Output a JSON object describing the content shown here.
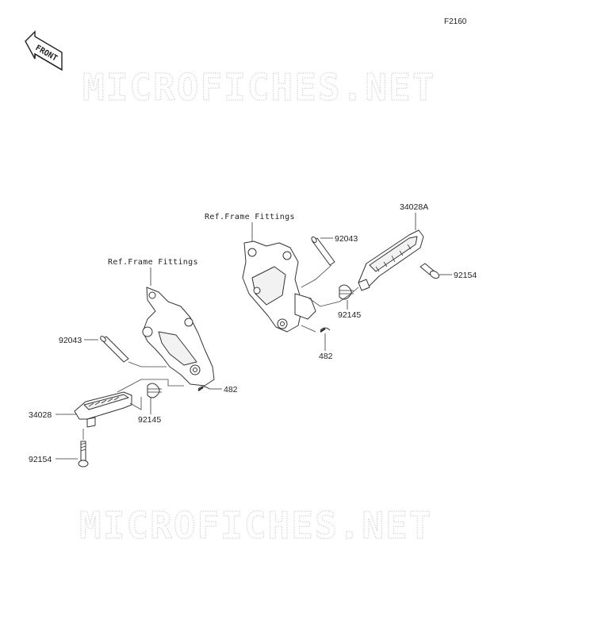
{
  "figure_code": "F2160",
  "watermark": "MICROFICHES.NET",
  "front_label": "FRONT",
  "references": {
    "left": "Ref.Frame Fittings",
    "right": "Ref.Frame Fittings"
  },
  "parts": {
    "left_pin": "92043",
    "left_clip": "482",
    "left_spring": "92145",
    "left_footpeg": "34028",
    "left_bolt": "92154",
    "right_pin": "92043",
    "right_footpeg": "34028A",
    "right_bolt": "92154",
    "right_spring": "92145",
    "right_clip": "482"
  }
}
